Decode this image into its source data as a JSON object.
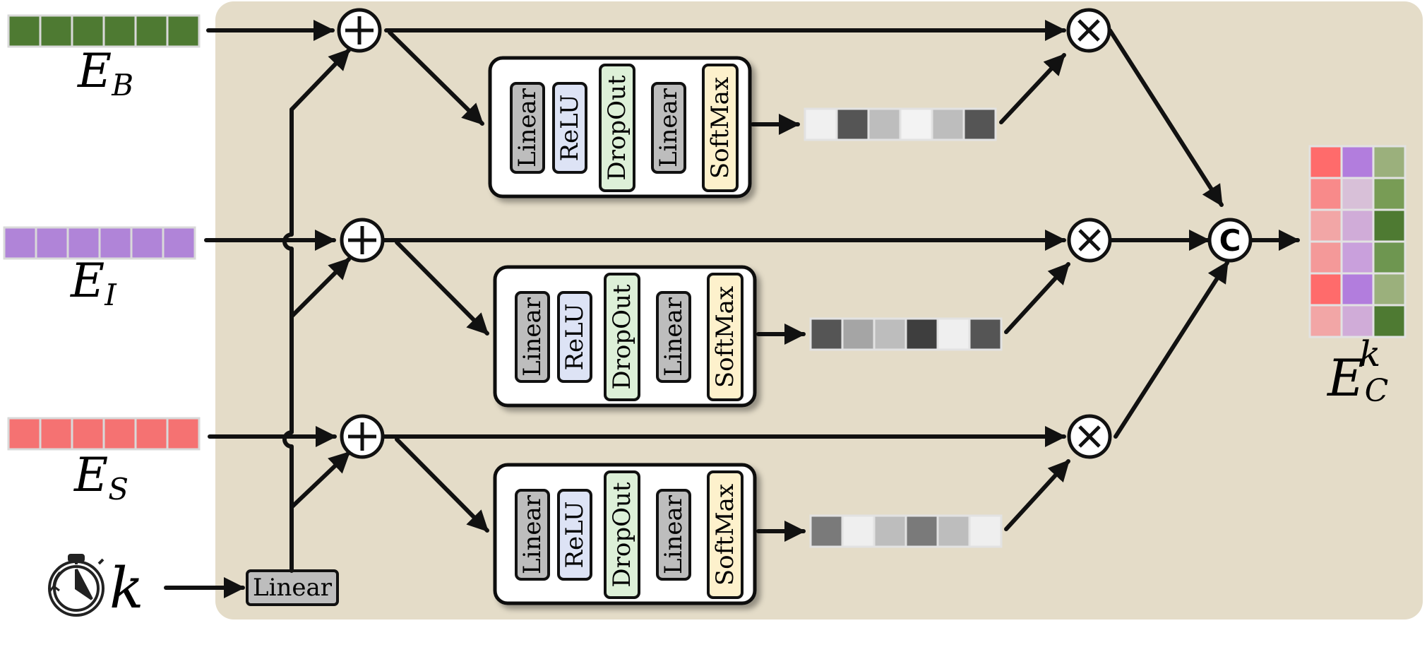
{
  "inputs": {
    "b": {
      "symbol": "E",
      "sub": "B",
      "color": "#4e7a32"
    },
    "i": {
      "symbol": "E",
      "sub": "I",
      "color": "#b084d8"
    },
    "s": {
      "symbol": "E",
      "sub": "S",
      "color": "#f57272"
    }
  },
  "time": {
    "symbol": "k",
    "icon": "stopwatch-icon"
  },
  "time_linear_label": "Linear",
  "operators": {
    "add": "+",
    "mul": "×",
    "concat": "C"
  },
  "mlp_blocks": {
    "labels": [
      "Linear",
      "ReLU",
      "DropOut",
      "Linear",
      "SoftMax"
    ],
    "colors": [
      "#bdbdbd",
      "#dde3f5",
      "#ddf0d8",
      "#bdbdbd",
      "#fdf1cc"
    ]
  },
  "attention_weights": {
    "b": [
      "#f0f0f0",
      "#555555",
      "#bdbdbd",
      "#f3f3f3",
      "#bdbdbd",
      "#555555"
    ],
    "i": [
      "#555555",
      "#a5a5a5",
      "#bdbdbd",
      "#3e3e3e",
      "#efefef",
      "#555555"
    ],
    "s": [
      "#7a7a7a",
      "#efefef",
      "#bdbdbd",
      "#7a7a7a",
      "#bdbdbd",
      "#efefef"
    ]
  },
  "output": {
    "symbol": "E",
    "sub": "C",
    "sup": "k",
    "columns": [
      [
        "#ff6b6b",
        "#f88a8a",
        "#f2a6a6",
        "#f49999",
        "#ff6b6b",
        "#f2a6a6"
      ],
      [
        "#b27ddd",
        "#d8c0d8",
        "#d0acd8",
        "#c9a0dc",
        "#b27ddd",
        "#d0acd8"
      ],
      [
        "#9bb07c",
        "#789c55",
        "#4e7a32",
        "#6e9650",
        "#9bb07c",
        "#4e7a32"
      ]
    ]
  },
  "colors": {
    "panel": "#e4dcc8",
    "stroke": "#111111"
  }
}
